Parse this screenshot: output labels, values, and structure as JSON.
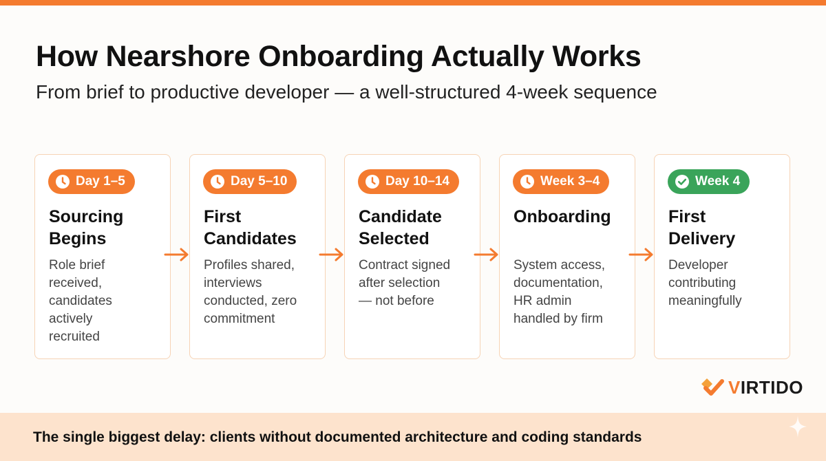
{
  "header": {
    "title": "How Nearshore Onboarding Actually Works",
    "subtitle": "From brief to productive developer — a well-structured 4-week sequence"
  },
  "steps": [
    {
      "badge": "Day 1–5",
      "badge_icon": "clock-icon",
      "title_line1": "Sourcing",
      "title_line2": "Begins",
      "desc": [
        "Role brief",
        "received,",
        "candidates",
        "actively",
        "recruited"
      ],
      "color": "#f47b2f"
    },
    {
      "badge": "Day 5–10",
      "badge_icon": "clock-icon",
      "title_line1": "First",
      "title_line2": "Candidates",
      "desc": [
        "Profiles shared,",
        "interviews",
        "conducted, zero",
        "commitment"
      ],
      "color": "#f47b2f"
    },
    {
      "badge": "Day 10–14",
      "badge_icon": "clock-icon",
      "title_line1": "Candidate",
      "title_line2": "Selected",
      "desc": [
        "Contract signed",
        "after selection",
        "— not before"
      ],
      "color": "#f47b2f"
    },
    {
      "badge": "Week 3–4",
      "badge_icon": "clock-icon",
      "title_line1": "Onboarding",
      "title_line2": "",
      "desc": [
        "System access,",
        "documentation,",
        "HR admin",
        "handled by firm"
      ],
      "color": "#f47b2f"
    },
    {
      "badge": "Week 4",
      "badge_icon": "check-circle-icon",
      "title_line1": "First",
      "title_line2": "Delivery",
      "desc": [
        "Developer",
        "contributing",
        "meaningfully"
      ],
      "color": "#3aa45a"
    }
  ],
  "logo": {
    "prefix": "V",
    "rest": "IRTIDO"
  },
  "footer": {
    "text": "The single biggest delay: clients without documented architecture and coding standards"
  },
  "colors": {
    "accent": "#f47b2f",
    "success": "#3aa45a",
    "footer_bg": "#fde3cd"
  }
}
